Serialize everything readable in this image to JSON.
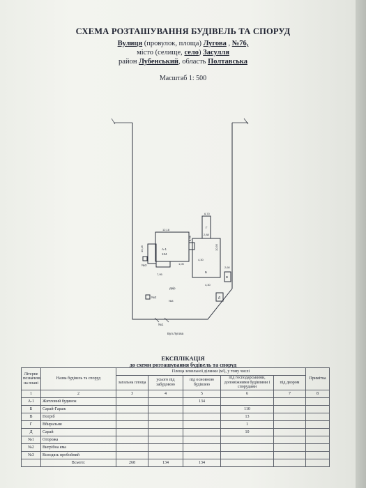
{
  "header": {
    "title": "СХЕМА РОЗТАШУВАННЯ БУДІВЕЛЬ ТА СПОРУД",
    "street_label": "Вулиця",
    "street_hint": "(провулок, площа)",
    "street_value": "Лугова",
    "street_sep": " , ",
    "house_value": "№76,",
    "locality_label": "місто (селище,",
    "locality_type": "село",
    "locality_close": ")",
    "locality_value": "Засулля",
    "district_label": "район",
    "district_value": "Лубенський",
    "region_label": ", область",
    "region_value": "Полтавська",
    "scale": "Масштаб 1: 500"
  },
  "plan": {
    "house_label": "А-1",
    "house_area": "134",
    "dim_1": "12,18",
    "dim_2": "10,15",
    "dim_3": "8,78",
    "dim_4": "7,95",
    "dim_5": "6,70",
    "dim_6": "10,95",
    "dim_7": "4,30",
    "dim_8": "2,60",
    "dim_9": "1,05",
    "dim_10": "2,88",
    "yard_label": "двір",
    "well_label": "№3",
    "pit_label": "№2",
    "pit_label_2": "№3",
    "shed_label": "Д",
    "b_label": "Б",
    "v_label": "В",
    "g_label": "Г",
    "street_caption": "Вул.Лугова",
    "gate_label": "№1"
  },
  "table": {
    "title": "ЕКСПЛІКАЦІЯ",
    "subtitle": "до схеми розташування будівель та споруд",
    "col_num": "Літерне позначення на плані",
    "col_name": "Назва будівель та споруд",
    "col_area": "Площа земельної ділянки (м²), у тому числі",
    "col_note": "Примітка",
    "sub_total": "загальна площа",
    "sub_built": "усього під забудовою",
    "sub_main": "під основною будівлею",
    "sub_aux": "під господарськими, допоміжними будівлями і спорудами",
    "sub_yard": "під двором",
    "nums": [
      "1",
      "2",
      "3",
      "4",
      "5",
      "6",
      "7",
      "8"
    ],
    "rows": [
      {
        "code": "А-1",
        "name": "Житловий будинок",
        "total": "",
        "built": "",
        "main": "134",
        "aux": "",
        "yard": "",
        "note": ""
      },
      {
        "code": "Б",
        "name": "Сарай-Гараж",
        "total": "",
        "built": "",
        "main": "",
        "aux": "110",
        "yard": "",
        "note": ""
      },
      {
        "code": "В",
        "name": "Погріб",
        "total": "",
        "built": "",
        "main": "",
        "aux": "13",
        "yard": "",
        "note": ""
      },
      {
        "code": "Г",
        "name": "Вбиральня",
        "total": "",
        "built": "",
        "main": "",
        "aux": "1",
        "yard": "",
        "note": ""
      },
      {
        "code": "Д",
        "name": "Сарай",
        "total": "",
        "built": "",
        "main": "",
        "aux": "10",
        "yard": "",
        "note": ""
      },
      {
        "code": "№1",
        "name": "Огорожа",
        "total": "",
        "built": "",
        "main": "",
        "aux": "",
        "yard": "",
        "note": ""
      },
      {
        "code": "№2",
        "name": "Вигрібна яма",
        "total": "",
        "built": "",
        "main": "",
        "aux": "",
        "yard": "",
        "note": ""
      },
      {
        "code": "№3",
        "name": "Колодязь пробойний",
        "total": "",
        "built": "",
        "main": "",
        "aux": "",
        "yard": "",
        "note": ""
      }
    ],
    "total_row": {
      "label": "Всього:",
      "total": "268",
      "built": "134",
      "main": "134",
      "aux": "",
      "yard": "",
      "note": ""
    }
  }
}
